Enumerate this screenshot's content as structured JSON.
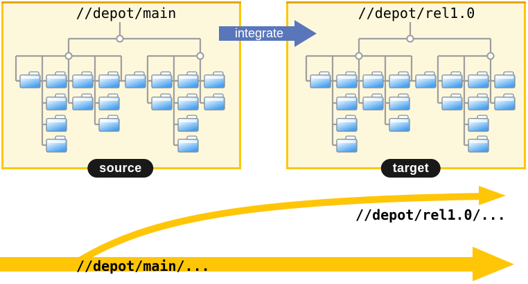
{
  "diagram": {
    "panels": [
      {
        "title": "//depot/main",
        "tag": "source"
      },
      {
        "title": "//depot/rel1.0",
        "tag": "target"
      }
    ],
    "integrate_label": "integrate",
    "flow_labels": {
      "source_path": "//depot/main/...",
      "target_path": "//depot/rel1.0/..."
    },
    "tree": {
      "groups": [
        {
          "folders_per_spine": [
            1,
            4,
            2,
            3,
            1
          ],
          "circle_spine_index": 2
        },
        {
          "folders_per_spine": [
            2,
            4,
            2
          ],
          "circle_spine_index": 2
        }
      ]
    }
  },
  "colors": {
    "background": "#ffffff",
    "panel_fill": "#fdf8dc",
    "panel_border": "#fcc708",
    "panel_border_top": "#e2a600",
    "tree_line": "#9e9e9e",
    "folder_border": "#7f8c99",
    "folder_light": "#ffffff",
    "folder_mid": "#daeefd",
    "folder_dark": "#4aa1f0",
    "integrate_blue": "#5a76ba",
    "arrow_yellow": "#ffc608",
    "badge_bg": "#191919",
    "badge_text": "#ffffff",
    "label_text": "#000000"
  }
}
